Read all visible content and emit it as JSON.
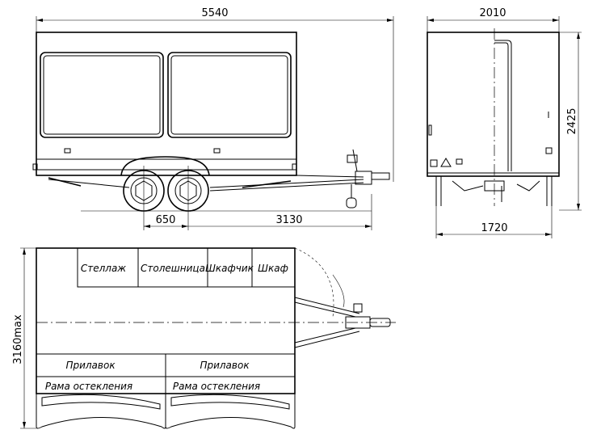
{
  "dimensions": {
    "overall_length": "5540",
    "axle_spacing": "650",
    "axle_to_hitch": "3130",
    "overall_width": "2010",
    "track_width": "1720",
    "overall_height": "2425",
    "max_width_open": "3160max"
  },
  "plan_labels": {
    "rack": "Стеллаж",
    "countertop": "Столешница",
    "small_cabinet": "Шкафчик",
    "cabinet": "Шкаф",
    "counter_left": "Прилавок",
    "counter_right": "Прилавок",
    "glazing_frame_left": "Рама остекления",
    "glazing_frame_right": "Рама остекления"
  }
}
